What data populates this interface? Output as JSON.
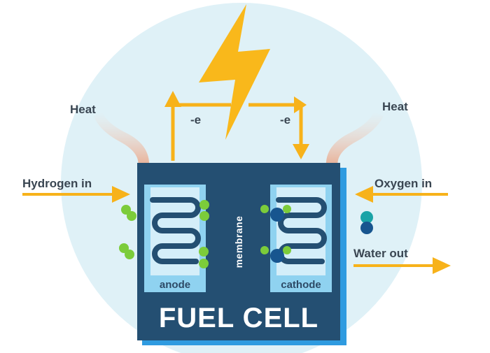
{
  "labels": {
    "heat_left": "Heat",
    "heat_right": "Heat",
    "hydrogen_in": "Hydrogen in",
    "oxygen_in": "Oxygen in",
    "water_out": "Water out",
    "electron_left": "-e",
    "electron_right": "-e",
    "anode": "anode",
    "cathode": "cathode",
    "membrane": "membrane",
    "title": "FUEL CELL"
  },
  "colors": {
    "background_circle": "#dff1f7",
    "cell_body": "#244f72",
    "cell_shadow": "#2f9be0",
    "plate": "#8fd2f0",
    "serpentine": "#244f72",
    "arrow": "#f7b21a",
    "lightning": "#f9b81b",
    "hydrogen": "#7ccc3a",
    "oxygen": "#17558f",
    "water": "#1aa3a7",
    "heat": "#e9b7a1"
  },
  "icons": {
    "lightning": "lightning-bolt-icon",
    "heat": "heat-wave-icon",
    "hydrogen": "hydrogen-molecule-icon",
    "oxygen": "oxygen-molecule-icon",
    "water": "water-molecule-icon"
  }
}
